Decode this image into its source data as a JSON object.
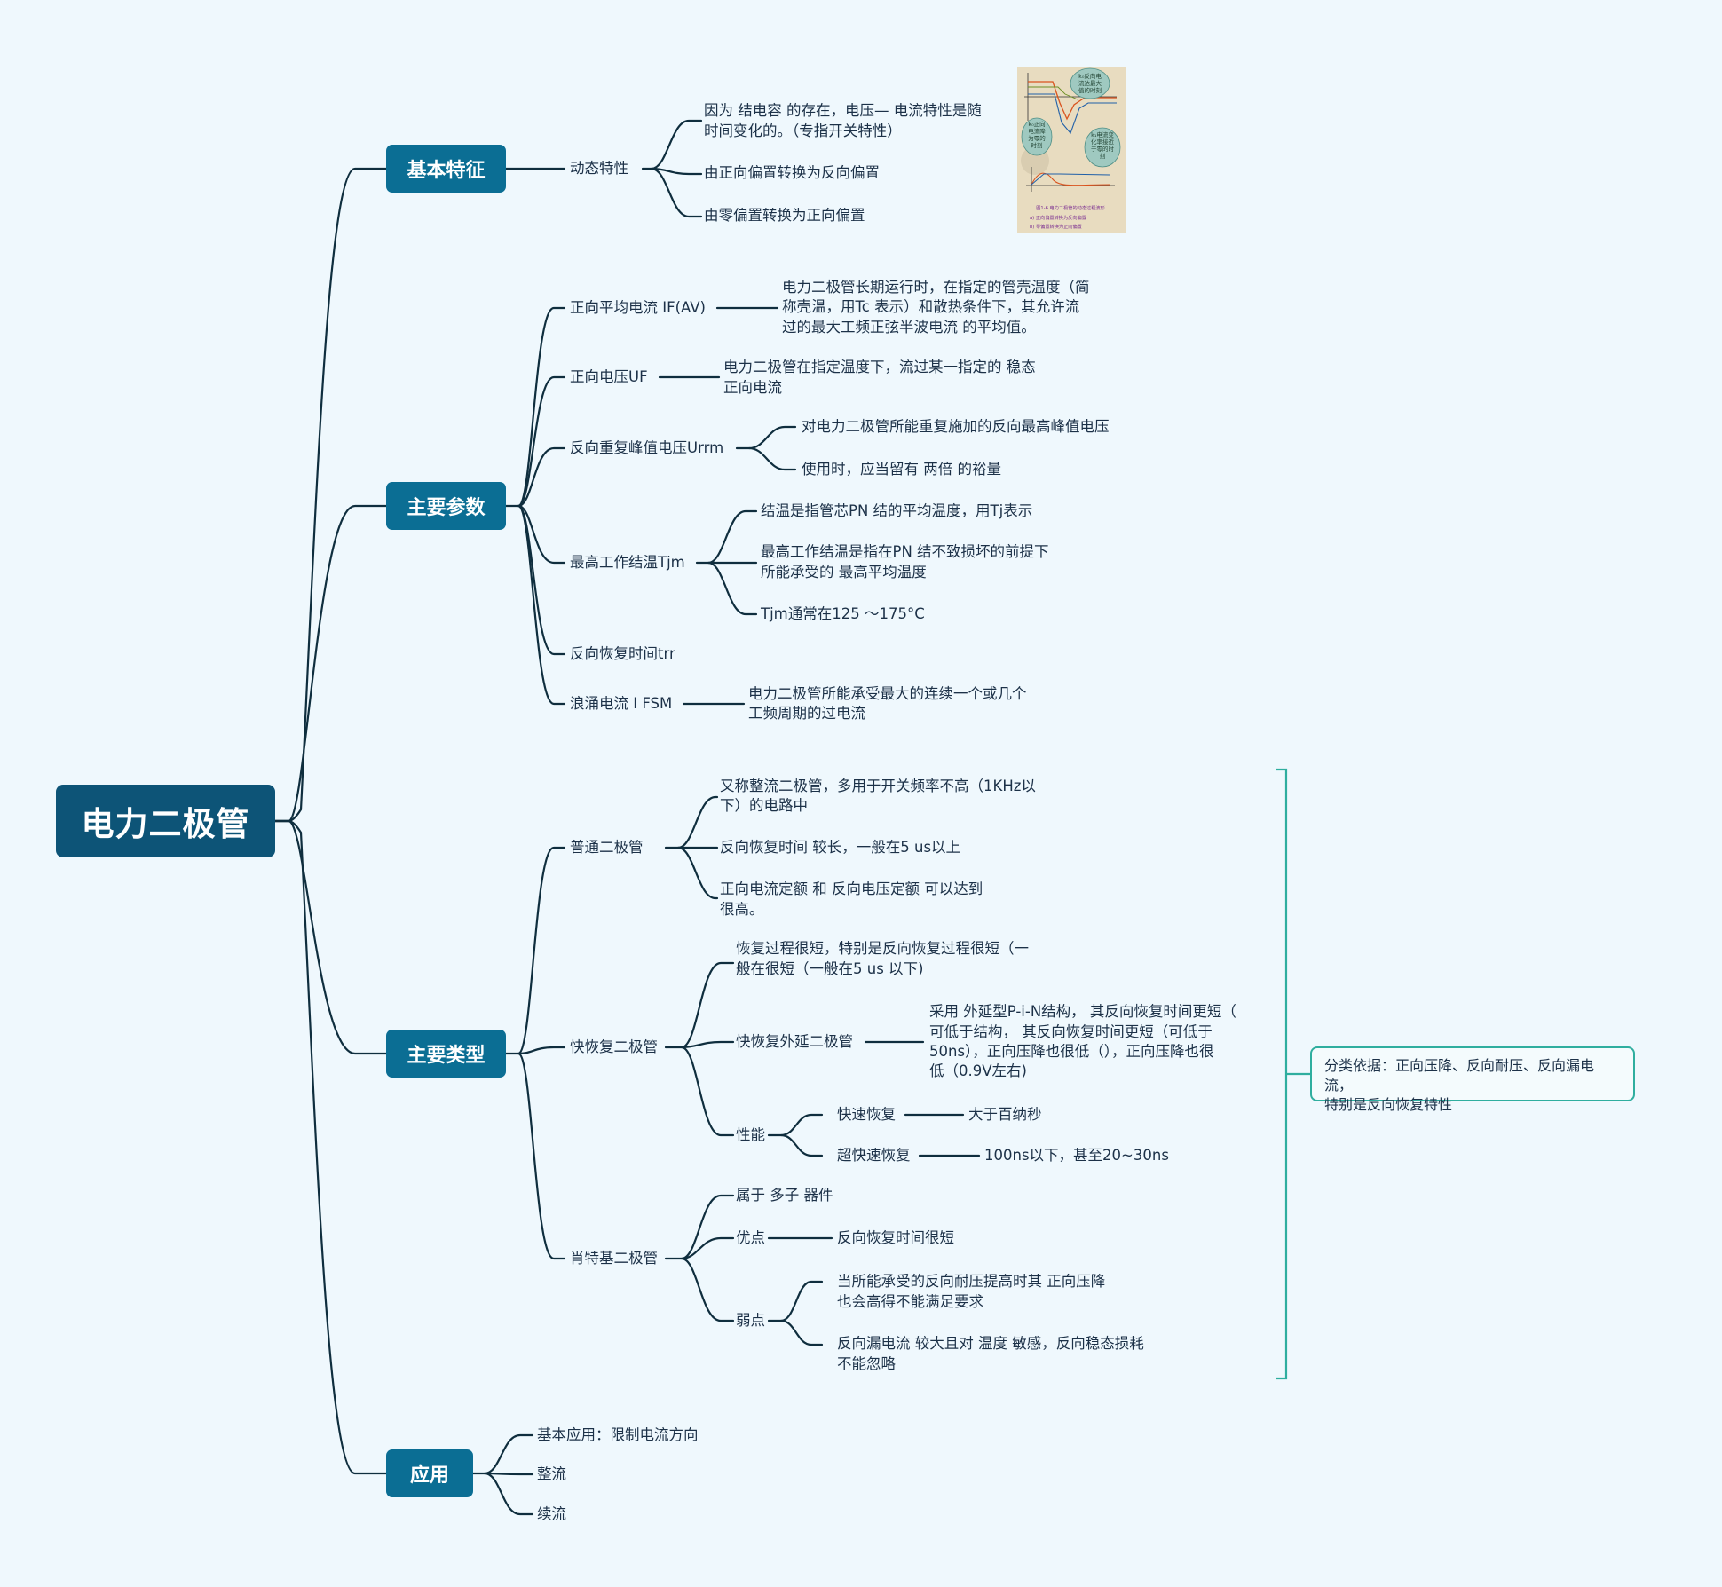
{
  "root": "电力二极管",
  "sections": {
    "basic": {
      "title": "基本特征",
      "dynamic": "动态特性",
      "d1a": "因为 结电容 的存在，电压— 电流特性是随",
      "d1b": "时间变化的。（专指开关特性）",
      "d2": "由正向偏置转换为反向偏置",
      "d3": "由零偏置转换为正向偏置",
      "figure": {
        "b1a": "k₀反向电",
        "b1b": "流达最大",
        "b1c": "值的时刻",
        "b2a": "k₀正向",
        "b2b": "电流降",
        "b2c": "为零的",
        "b2d": "时刻",
        "b3a": "k₁电流变",
        "b3b": "化率接近",
        "b3c": "于零的时",
        "b3d": "刻",
        "cap1": "图1-6 电力二极管的动态过程波形",
        "cap2": "a) 正向偏置转换为反向偏置",
        "cap3": "b) 零偏置转换为正向偏置"
      }
    },
    "params": {
      "title": "主要参数",
      "p1": "正向平均电流 IF(AV)",
      "p1a": "电力二极管长期运行时，在指定的管壳温度（简",
      "p1b": "称壳温，用Tc 表示）和散热条件下，其允许流",
      "p1c": "过的最大工频正弦半波电流 的平均值。",
      "p2": "正向电压UF",
      "p2a": "电力二极管在指定温度下，流过某一指定的 稳态",
      "p2b": "正向电流",
      "p3": "反向重复峰值电压Urrm",
      "p3a": "对电力二极管所能重复施加的反向最高峰值电压",
      "p3b": "使用时，应当留有 两倍 的裕量",
      "p4": "最高工作结温Tjm",
      "p4a": "结温是指管芯PN 结的平均温度，用Tj表示",
      "p4b1": "最高工作结温是指在PN 结不致损坏的前提下",
      "p4b2": "所能承受的 最高平均温度",
      "p4c": "Tjm通常在125 ～175°C",
      "p5": "反向恢复时间trr",
      "p6": "浪涌电流 I FSM",
      "p6a": "电力二极管所能承受最大的连续一个或几个",
      "p6b": "工频周期的过电流"
    },
    "types": {
      "title": "主要类型",
      "t1": "普通二极管",
      "t1a1": "又称整流二极管，多用于开关频率不高（1KHz以",
      "t1a2": "下）的电路中",
      "t1b": "反向恢复时间 较长，一般在5 us以上",
      "t1c1": "正向电流定额 和 反向电压定额 可以达到",
      "t1c2": "很高。",
      "t2": "快恢复二极管",
      "t2a1": "恢复过程很短，特别是反向恢复过程很短（一",
      "t2a2": "般在很短（一般在5 us 以下)",
      "t2b": "快恢复外延二极管",
      "t2b1": "采用 外延型P-i-N结构， 其反向恢复时间更短（",
      "t2b2": "可低于结构， 其反向恢复时间更短（可低于",
      "t2b3": "50ns），正向压降也很低（），正向压降也很",
      "t2b4": "低（0.9V左右)",
      "t2c": "性能",
      "t2c1": "快速恢复",
      "t2c1v": "大于百纳秒",
      "t2c2": "超快速恢复",
      "t2c2v": "100ns以下，甚至20~30ns",
      "t3": "肖特基二极管",
      "t3a": "属于 多子 器件",
      "t3b": "优点",
      "t3bv": "反向恢复时间很短",
      "t3c": "弱点",
      "t3c1a": "当所能承受的反向耐压提高时其 正向压降",
      "t3c1b": "也会高得不能满足要求",
      "t3c2a": "反向漏电流 较大且对 温度 敏感，反向稳态损耗",
      "t3c2b": "不能忽略",
      "note1": "分类依据：正向压降、反向耐压、反向漏电流，",
      "note2": "特别是反向恢复特性"
    },
    "apps": {
      "title": "应用",
      "a1": "基本应用：限制电流方向",
      "a2": "整流",
      "a3": "续流"
    }
  },
  "colors": {
    "line": "#0f2e3e",
    "root": "#0d5477",
    "main": "#0b6e94",
    "bracket": "#2fae9f"
  }
}
